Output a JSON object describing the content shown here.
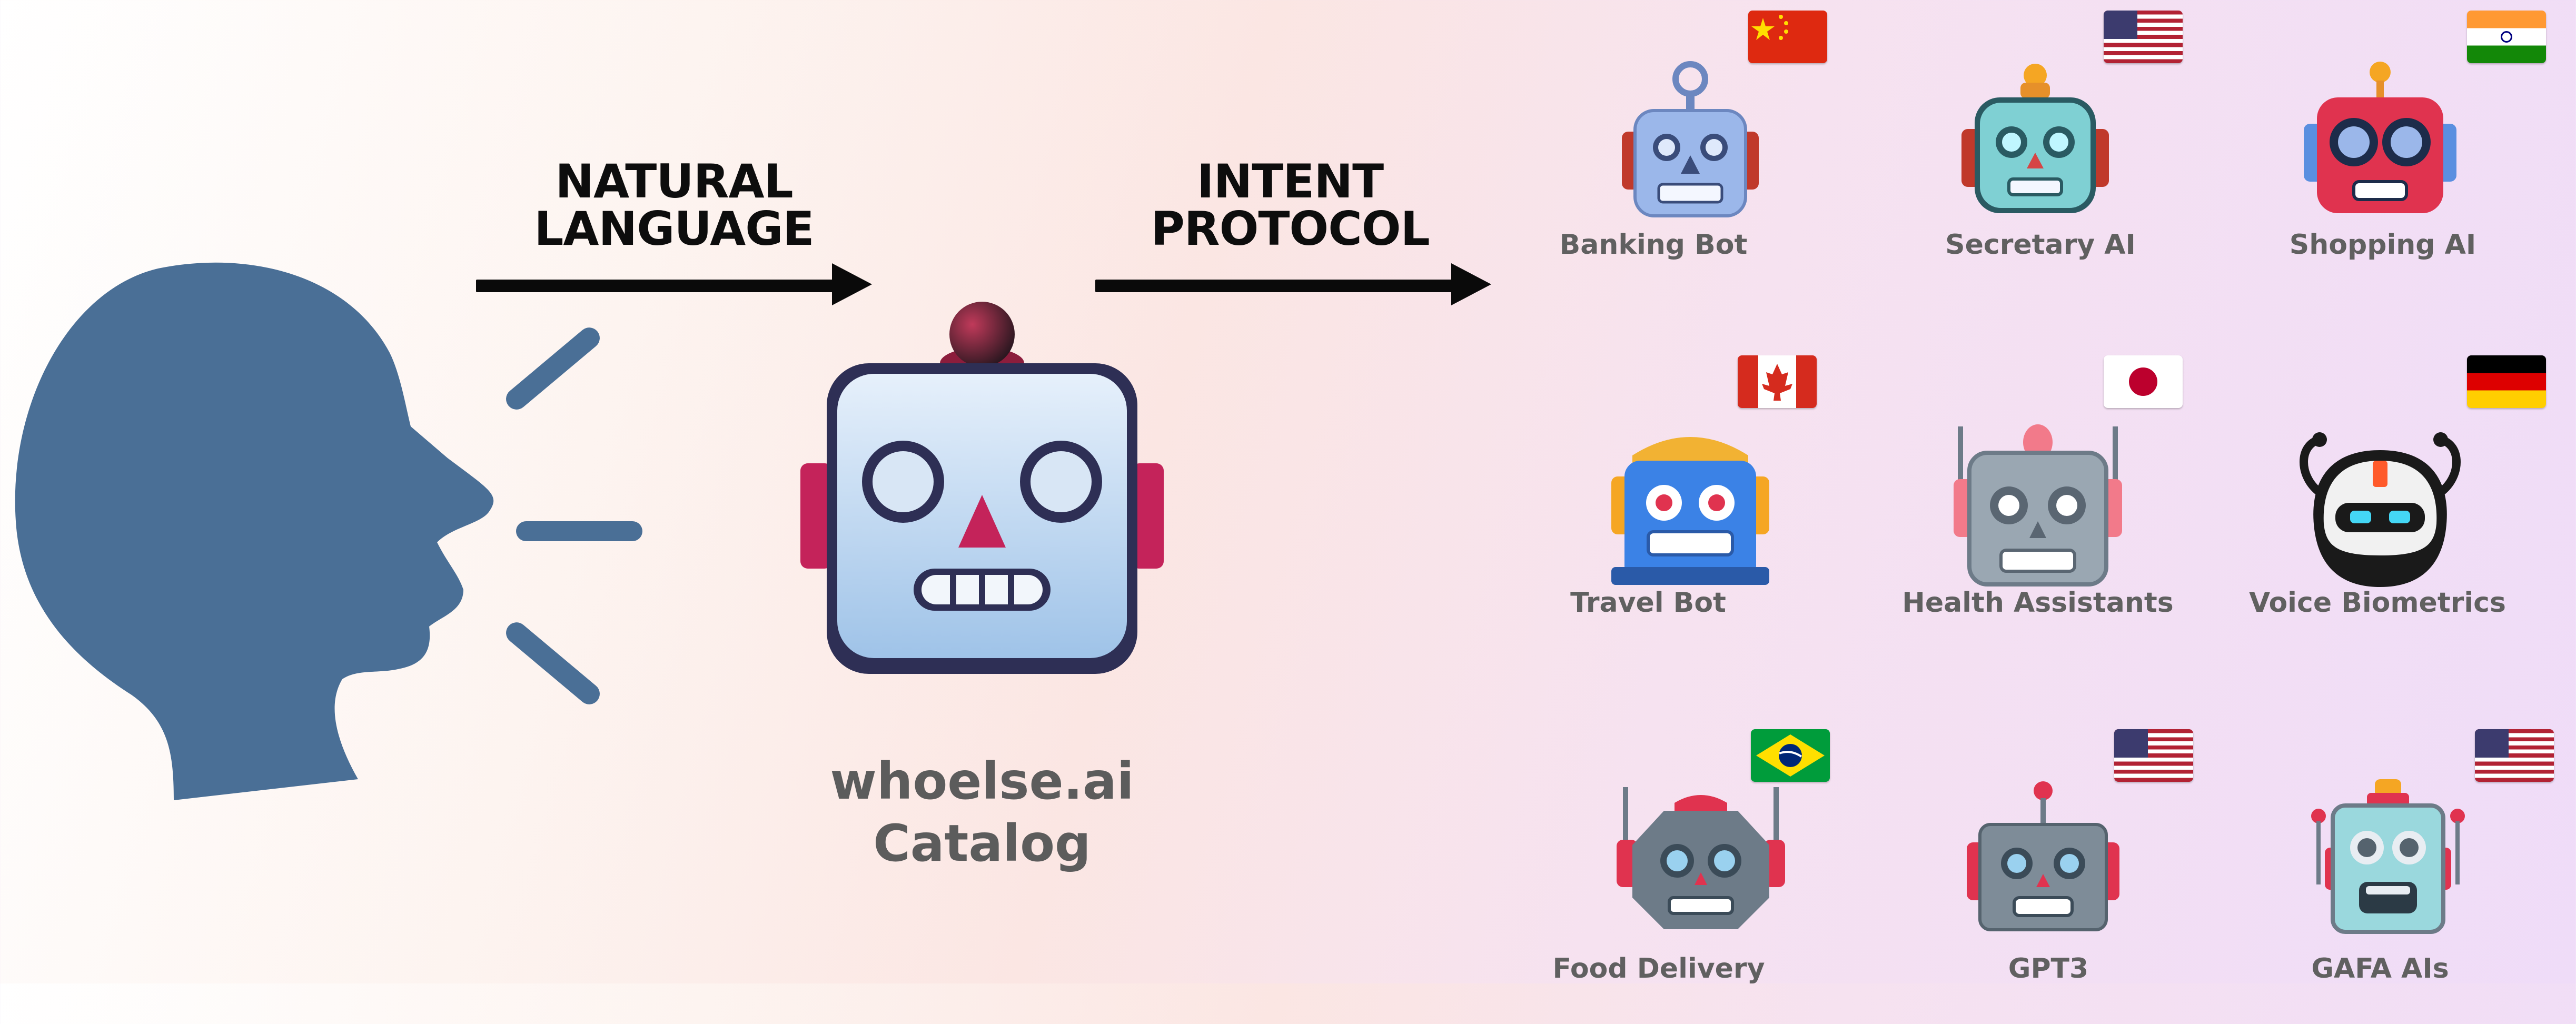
{
  "arrows": {
    "natural_language": [
      "NATURAL",
      "LANGUAGE"
    ],
    "intent_protocol": [
      "INTENT",
      "PROTOCOL"
    ]
  },
  "catalog": {
    "line1": "whoelse.ai",
    "line2": "Catalog"
  },
  "icons": {
    "speaker": "speaking-head-icon",
    "catalog_robot": "robot-face-icon"
  },
  "bots": [
    {
      "name": "Banking Bot",
      "flag": "china-flag-icon"
    },
    {
      "name": "Secretary AI",
      "flag": "usa-flag-icon"
    },
    {
      "name": "Shopping AI",
      "flag": "india-flag-icon"
    },
    {
      "name": "Travel Bot",
      "flag": "canada-flag-icon"
    },
    {
      "name": "Health Assistants",
      "flag": "japan-flag-icon"
    },
    {
      "name": "Voice Biometrics",
      "flag": "germany-flag-icon"
    },
    {
      "name": "Food Delivery",
      "flag": "brazil-flag-icon"
    },
    {
      "name": "GPT3",
      "flag": "usa-flag-icon"
    },
    {
      "name": "GAFA  AIs",
      "flag": "usa-flag-icon"
    }
  ],
  "colors": {
    "speaker": "#4a6f96",
    "text_dark": "#0d0d0d",
    "text_grey": "#5c5c5c"
  }
}
